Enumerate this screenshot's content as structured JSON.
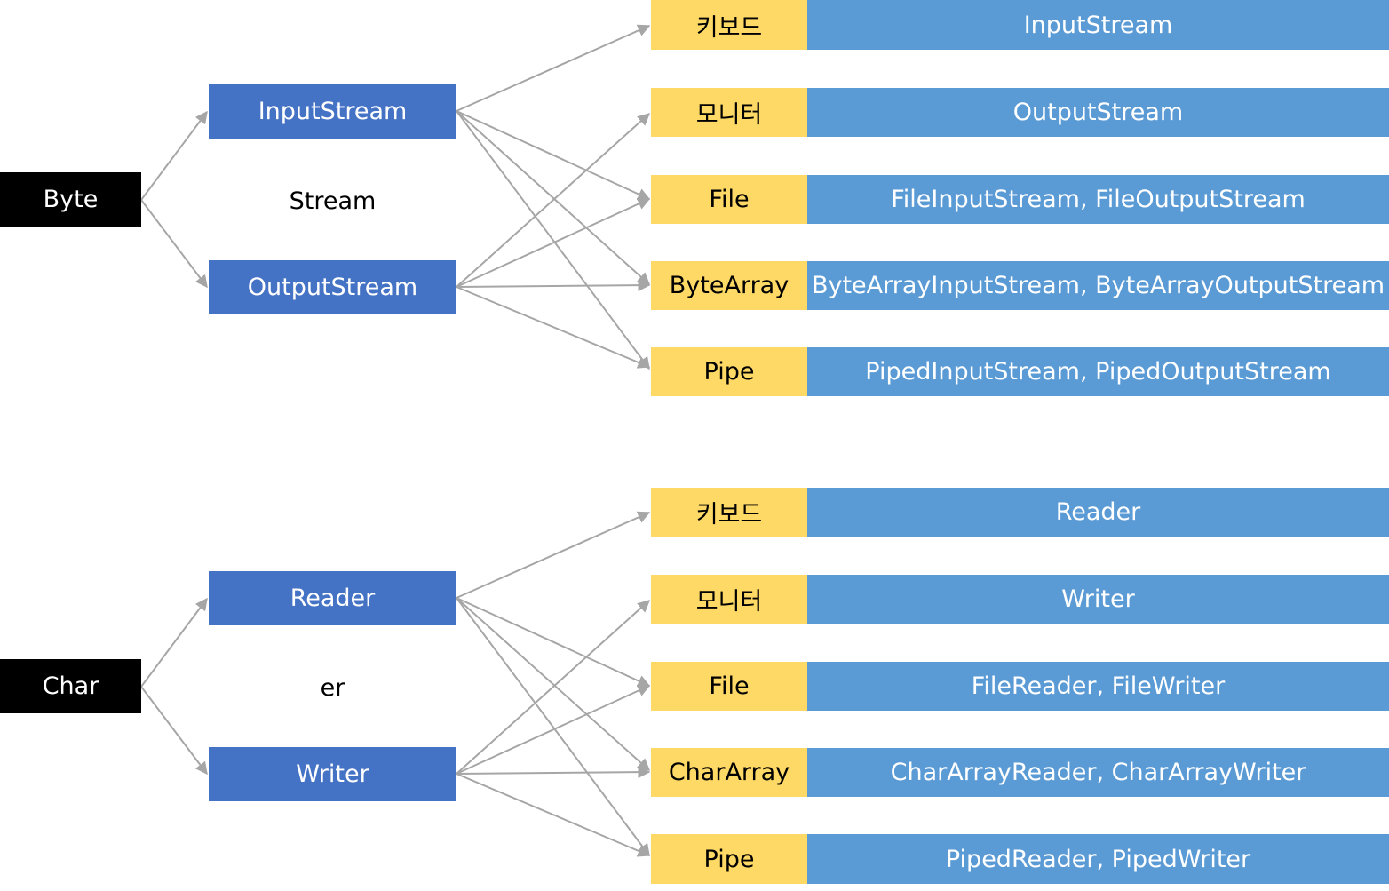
{
  "groups": [
    {
      "root": "Byte",
      "suffix": "Stream",
      "streams": [
        "InputStream",
        "OutputStream"
      ],
      "sources": [
        {
          "name": "키보드",
          "classes": "InputStream"
        },
        {
          "name": "모니터",
          "classes": "OutputStream"
        },
        {
          "name": "File",
          "classes": "FileInputStream,  FileOutputStream"
        },
        {
          "name": "ByteArray",
          "classes": "ByteArrayInputStream,  ByteArrayOutputStream"
        },
        {
          "name": "Pipe",
          "classes": "PipedInputStream,  PipedOutputStream"
        }
      ]
    },
    {
      "root": "Char",
      "suffix": "er",
      "streams": [
        "Reader",
        "Writer"
      ],
      "sources": [
        {
          "name": "키보드",
          "classes": "Reader"
        },
        {
          "name": "모니터",
          "classes": "Writer"
        },
        {
          "name": "File",
          "classes": "FileReader,  FileWriter"
        },
        {
          "name": "CharArray",
          "classes": "CharArrayReader,  CharArrayWriter"
        },
        {
          "name": "Pipe",
          "classes": "PipedReader,  PipedWriter"
        }
      ]
    }
  ],
  "colors": {
    "root": "#000000",
    "stream": "#4472c4",
    "source": "#ffd966",
    "classes": "#5b9bd5",
    "edge": "#a6a6a6"
  }
}
